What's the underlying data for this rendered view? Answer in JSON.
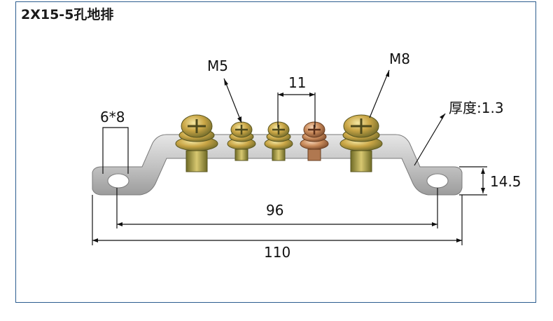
{
  "title": "2X15-5孔地排",
  "dimensions": {
    "hole": "6*8",
    "thread_small": "M5",
    "pitch": "11",
    "thread_large": "M8",
    "thickness": "厚度:1.3",
    "height": "14.5",
    "hole_spacing": "96",
    "total_length": "110"
  }
}
